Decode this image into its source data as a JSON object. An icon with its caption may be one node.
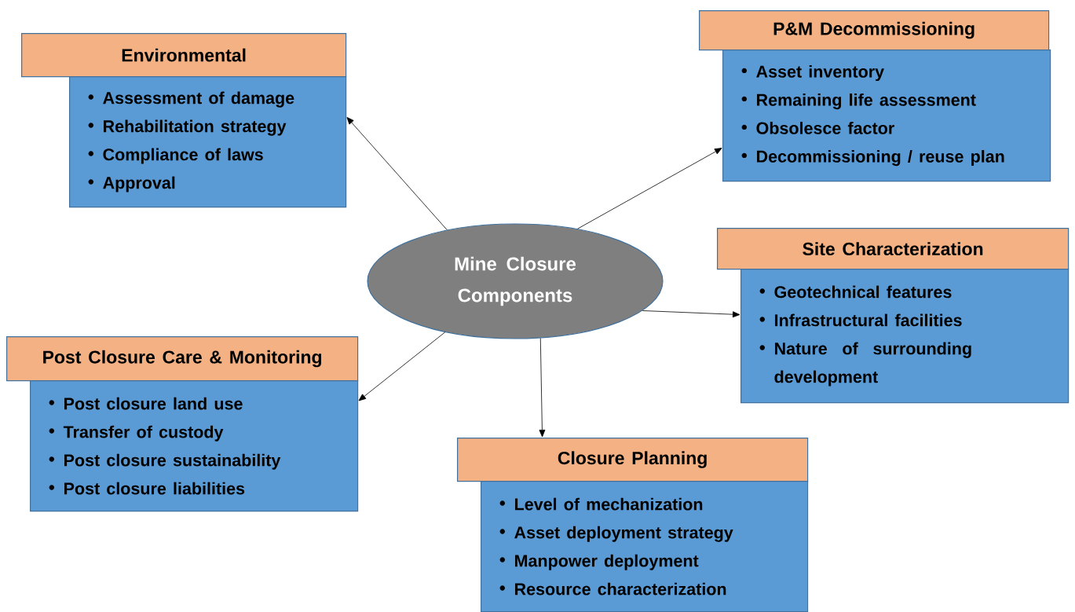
{
  "diagram": {
    "nodes": [
      {
        "text": [
          "Environmental"
        ]
      },
      {
        "text": [
          "Assessment of damage",
          "Rehabilitation strategy",
          "Compliance of laws",
          "Approval"
        ]
      },
      {
        "text": [
          "P&M Decommissioning"
        ]
      },
      {
        "text": [
          "Asset inventory",
          "Remaining life assessment",
          "Obsolesce factor",
          "Decommissioning / reuse plan"
        ]
      },
      {
        "text": [
          "Mine Closure Components"
        ]
      },
      {
        "text": [
          "Site Characterization"
        ]
      },
      {
        "text": [
          "Geotechnical features",
          "Infrastructural facilities",
          "Nature of surrounding development"
        ]
      },
      {
        "text": [
          "Post Closure Care & Monitoring"
        ]
      },
      {
        "text": [
          "Post closure land use",
          "Transfer of custody",
          "Post closure sustainability",
          "Post closure liabilities"
        ]
      },
      {
        "text": [
          "Closure Planning"
        ]
      },
      {
        "text": [
          "Level of mechanization",
          "Asset deployment strategy",
          "Manpower deployment",
          "Resource characterization"
        ]
      }
    ],
    "edges": [
      {
        "from": 4,
        "to": 1,
        "arrow": "to"
      },
      {
        "from": 4,
        "to": 3,
        "arrow": "to"
      },
      {
        "from": 4,
        "to": 6,
        "arrow": "to"
      },
      {
        "from": 4,
        "to": 8,
        "arrow": "to"
      },
      {
        "from": 4,
        "to": 9,
        "arrow": "to"
      }
    ]
  }
}
